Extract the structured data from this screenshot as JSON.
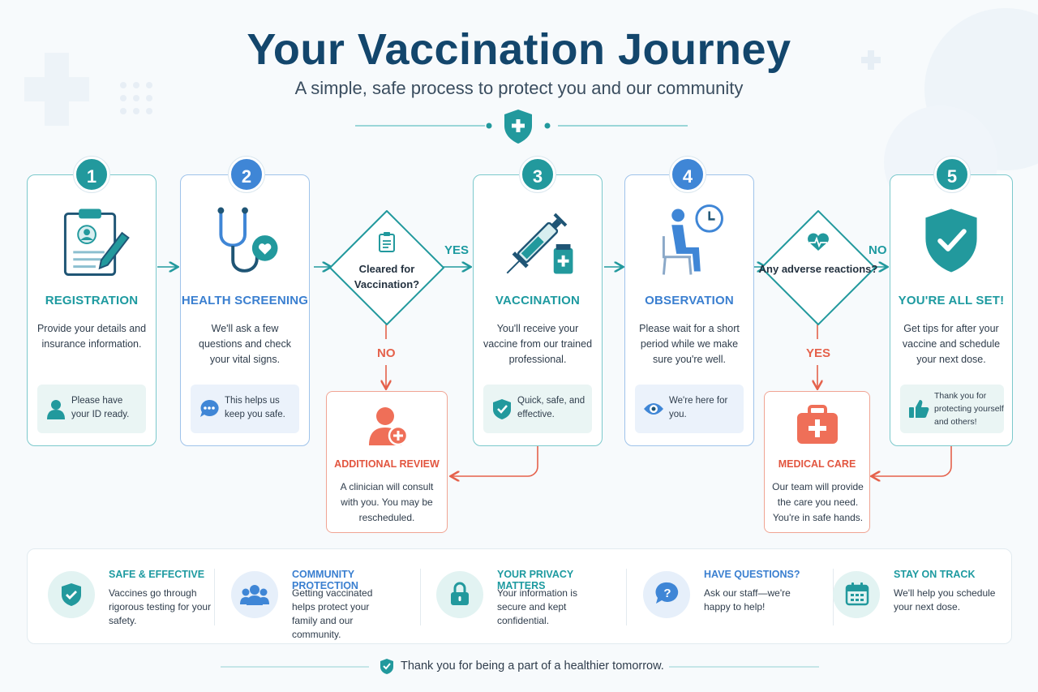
{
  "header": {
    "title": "Your Vaccination Journey",
    "subtitle": "A simple, safe process to protect you and our community",
    "emblem_icon": "shield-plus-icon"
  },
  "colors": {
    "teal": "#22999d",
    "blue": "#3f86d6",
    "navy": "#13466c",
    "coral": "#e5614b"
  },
  "steps": [
    {
      "number": "1",
      "title": "REGISTRATION",
      "description": "Provide your details and insurance information.",
      "note": "Please have your ID ready.",
      "icon": "clipboard-icon",
      "note_icon": "person-icon",
      "color": "teal"
    },
    {
      "number": "2",
      "title": "HEALTH SCREENING",
      "description": "We'll ask a few questions and check your vital signs.",
      "note": "This helps us keep you safe.",
      "icon": "stethoscope-icon",
      "note_icon": "chat-icon",
      "color": "blue"
    },
    {
      "number": "3",
      "title": "VACCINATION",
      "description": "You'll receive your vaccine from our trained professional.",
      "note": "Quick, safe, and effective.",
      "icon": "syringe-icon",
      "note_icon": "shield-check-icon",
      "color": "teal"
    },
    {
      "number": "4",
      "title": "OBSERVATION",
      "description": "Please wait for a short period while we make sure you're well.",
      "note": "We're here for you.",
      "icon": "waiting-clock-icon",
      "note_icon": "eye-icon",
      "color": "blue"
    },
    {
      "number": "5",
      "title": "YOU'RE ALL SET!",
      "description": "Get tips for after your vaccine and schedule your next dose.",
      "note": "Thank you for protecting yourself and others!",
      "icon": "shield-check-icon",
      "note_icon": "thumbs-up-icon",
      "color": "teal"
    }
  ],
  "decisions": [
    {
      "question": "Cleared for Vaccination?",
      "icon": "clipboard-icon",
      "proceed_label": "YES",
      "alternate_label": "NO"
    },
    {
      "question": "Any adverse reactions?",
      "icon": "heart-pulse-icon",
      "proceed_label": "NO",
      "alternate_label": "YES"
    }
  ],
  "alternates": [
    {
      "title": "ADDITIONAL REVIEW",
      "description": "A clinician will consult with you. You may be rescheduled.",
      "icon": "clinician-plus-icon"
    },
    {
      "title": "MEDICAL CARE",
      "description": "Our team will provide the care you need. You're in safe hands.",
      "icon": "first-aid-kit-icon"
    }
  ],
  "info": [
    {
      "title": "SAFE & EFFECTIVE",
      "description": "Vaccines go through rigorous testing for your safety.",
      "icon": "shield-check-icon",
      "color": "teal"
    },
    {
      "title": "COMMUNITY PROTECTION",
      "description": "Getting vaccinated helps protect your family and our community.",
      "icon": "group-icon",
      "color": "blue"
    },
    {
      "title": "YOUR PRIVACY MATTERS",
      "description": "Your information is secure and kept confidential.",
      "icon": "lock-icon",
      "color": "teal"
    },
    {
      "title": "HAVE QUESTIONS?",
      "description": "Ask our staff—we're happy to help!",
      "icon": "question-chat-icon",
      "color": "blue"
    },
    {
      "title": "STAY ON TRACK",
      "description": "We'll help you schedule your next dose.",
      "icon": "calendar-icon",
      "color": "teal"
    }
  ],
  "footer": {
    "text": "Thank you for being a part of a healthier tomorrow.",
    "icon": "shield-check-icon"
  }
}
